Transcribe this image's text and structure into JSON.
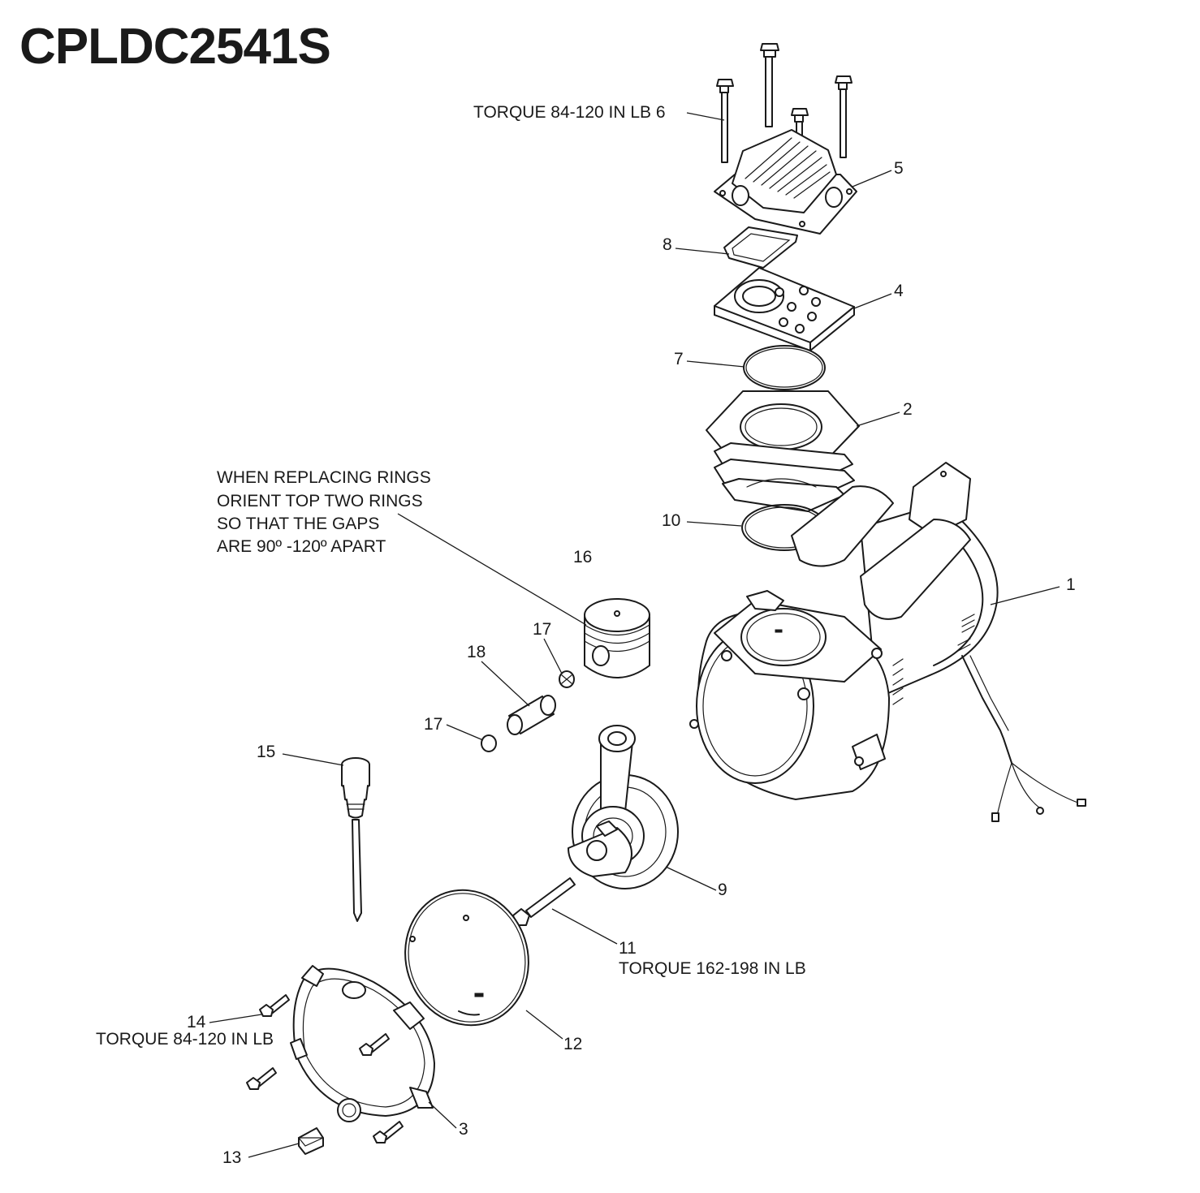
{
  "title": "CPLDC2541S",
  "callouts": [
    {
      "id": "1",
      "text": "1"
    },
    {
      "id": "2",
      "text": "2"
    },
    {
      "id": "3",
      "text": "3"
    },
    {
      "id": "4",
      "text": "4"
    },
    {
      "id": "5",
      "text": "5"
    },
    {
      "id": "7",
      "text": "7"
    },
    {
      "id": "8",
      "text": "8"
    },
    {
      "id": "9",
      "text": "9"
    },
    {
      "id": "10",
      "text": "10"
    },
    {
      "id": "11",
      "text": "11"
    },
    {
      "id": "12",
      "text": "12"
    },
    {
      "id": "13",
      "text": "13"
    },
    {
      "id": "14",
      "text": "14"
    },
    {
      "id": "15",
      "text": "15"
    },
    {
      "id": "16",
      "text": "16"
    },
    {
      "id": "17a",
      "text": "17"
    },
    {
      "id": "17b",
      "text": "17"
    },
    {
      "id": "18",
      "text": "18"
    }
  ],
  "notes": {
    "torque_head_bolts": "TORQUE 84-120 IN LB 6",
    "torque_rod_bolt": "TORQUE 162-198 IN LB",
    "torque_cover_bolts": "TORQUE 84-120 IN LB",
    "rings_note": [
      "WHEN REPLACING RINGS",
      "ORIENT TOP TWO RINGS",
      "SO THAT THE GAPS",
      "ARE 90º -120º APART"
    ]
  }
}
